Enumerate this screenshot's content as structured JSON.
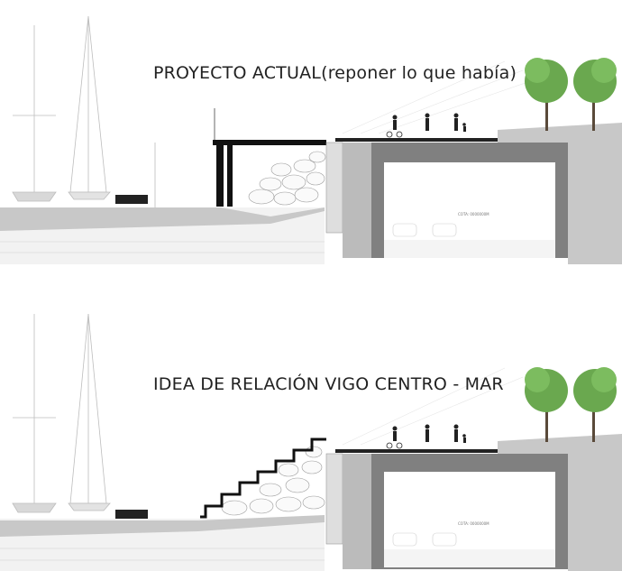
{
  "panels": [
    {
      "title": "PROYECTO ACTUAL(reponer lo que había)",
      "garage_label": "COTA: 0000000M"
    },
    {
      "title": "IDEA DE RELACIÓN VIGO CENTRO - MAR",
      "garage_label": "COTA: 0000000M"
    }
  ],
  "colors": {
    "ground": "#c8c8c8",
    "tunnel_wall": "#808080",
    "tree": "#6aa84f",
    "line": "#111111"
  }
}
